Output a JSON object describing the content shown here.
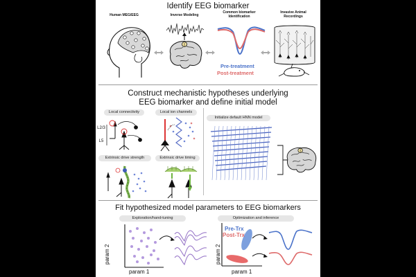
{
  "section1": {
    "title": "Identify EEG biomarker",
    "labels": {
      "human": "Human MEG/EEG",
      "inverse": "Inverse Modeling",
      "common_line1": "Common biomarker",
      "common_line2": "Identification",
      "invasive_line1": "Invasive Animal",
      "invasive_line2": "Recordings"
    },
    "legend": {
      "pre": "Pre-treatment",
      "post": "Post-treatment"
    },
    "colors": {
      "pre": "#4a72c9",
      "post": "#de6a6a"
    }
  },
  "section2": {
    "title_line1": "Construct mechanistic hypotheses underlying",
    "title_line2": "EEG biomarker and define initial model",
    "pills": {
      "local_connectivity": "Local connectivity",
      "local_ion": "Local ion channels",
      "drive_strength": "Extrinsic drive strength",
      "drive_timing": "Extrinsic drive timing",
      "init_hnn": "Initialize default HNN model"
    },
    "layers": {
      "l23": "L2/3",
      "l5": "L5"
    }
  },
  "section3": {
    "title": "Fit hypothesized model parameters to EEG biomarkers",
    "pills": {
      "exploration": "Exploration/hand-tuning",
      "optimization": "Optimization  and inference"
    },
    "legend": {
      "pre": "Pre-Trx",
      "post": "Post-Trx"
    },
    "axes": {
      "x": "param 1",
      "y": "param 2"
    }
  }
}
